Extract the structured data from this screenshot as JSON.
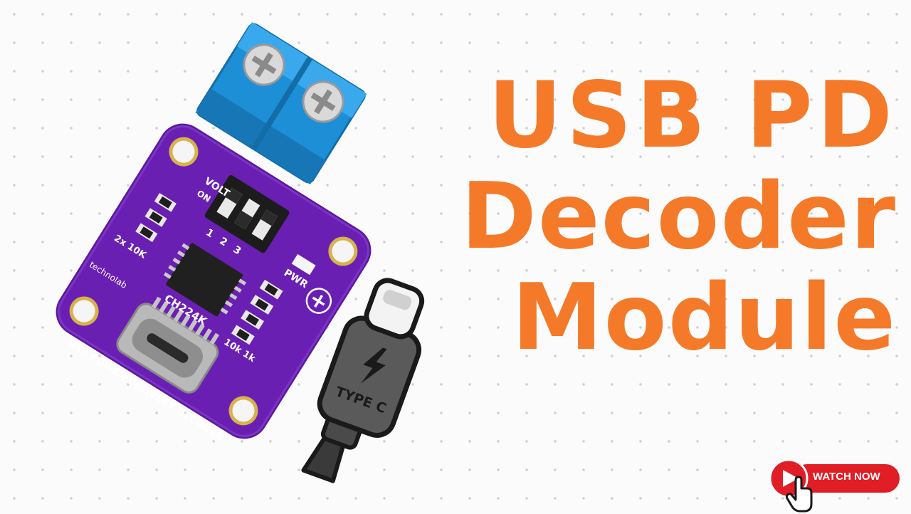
{
  "headline": {
    "line1": "USB PD",
    "line2": "Decoder",
    "line3": "Module",
    "color": "#f47a2a"
  },
  "pcb": {
    "color": "#6a1fb3",
    "chip_label": "CH224K",
    "title_label": "USB POWER DELIVERY DECODER",
    "volt_label": "VOLT",
    "switch_numbers": "1 2 3",
    "on_label": "ON",
    "pwr_label": "PWR",
    "resistor_label": "2x 10K",
    "resistor_group": "10k  1k",
    "brand_label": "technolab",
    "plus_symbol": "+",
    "minus_symbol": "−"
  },
  "cable": {
    "label": "TYPE C",
    "icon": "lightning-bolt-icon"
  },
  "watch_button": {
    "label": "WATCH NOW",
    "color": "#e11d25"
  }
}
